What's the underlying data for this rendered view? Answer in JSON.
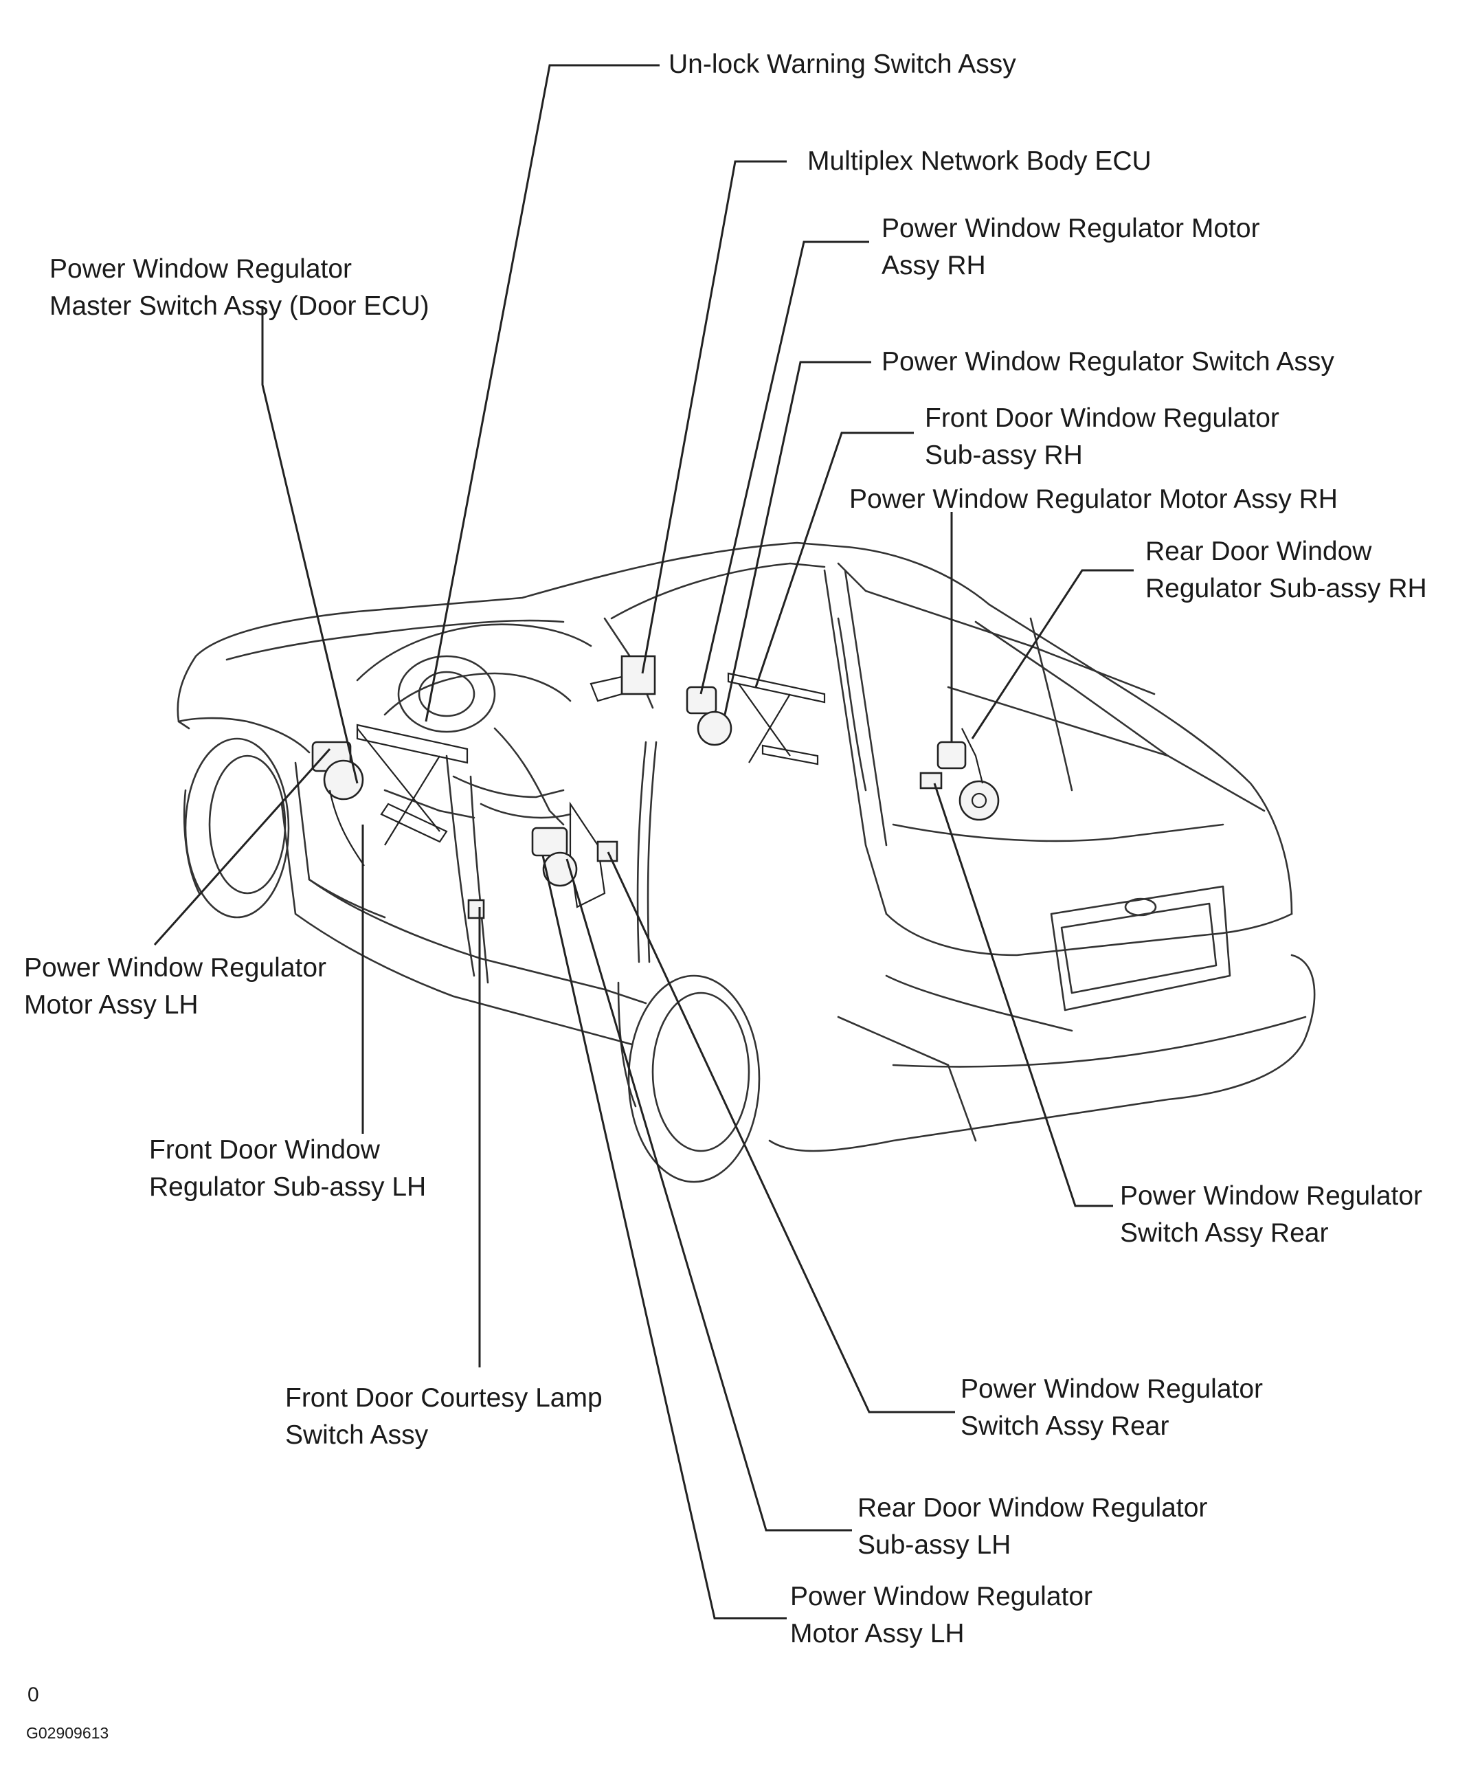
{
  "labels": {
    "unlock_warning": {
      "line1": "Un-lock  Warning Switch Assy"
    },
    "multiplex_ecu": {
      "line1": "Multiplex Network Body ECU"
    },
    "motor_rh_top": {
      "line1": "Power Window Regulator Motor",
      "line2": "Assy RH"
    },
    "master_switch": {
      "line1": "Power Window Regulator",
      "line2": "Master Switch Assy (Door ECU)"
    },
    "switch_assy": {
      "line1": "Power Window Regulator Switch Assy"
    },
    "front_reg_rh": {
      "line1": "Front Door Window Regulator",
      "line2": "Sub-assy  RH"
    },
    "motor_rh_mid": {
      "line1": "Power Window Regulator Motor Assy RH"
    },
    "rear_reg_rh": {
      "line1": "Rear Door Window",
      "line2": "Regulator  Sub-assy RH"
    },
    "motor_lh_left": {
      "line1": "Power Window Regulator",
      "line2": "Motor Assy LH"
    },
    "front_reg_lh": {
      "line1": "Front Door Window",
      "line2": "Regulator  Sub-assy  LH"
    },
    "switch_rear_right": {
      "line1": "Power Window Regulator",
      "line2": "Switch Assy Rear"
    },
    "courtesy_lamp": {
      "line1": "Front Door Courtesy Lamp",
      "line2": "Switch Assy"
    },
    "switch_rear_bottom": {
      "line1": "Power Window Regulator",
      "line2": "Switch Assy Rear"
    },
    "rear_reg_lh": {
      "line1": "Rear Door Window Regulator",
      "line2": "Sub-assy  LH"
    },
    "motor_lh_bottom": {
      "line1": "Power Window Regulator",
      "line2": "Motor Assy LH"
    }
  },
  "corner_mark": "0",
  "figure_id": "G02909613"
}
